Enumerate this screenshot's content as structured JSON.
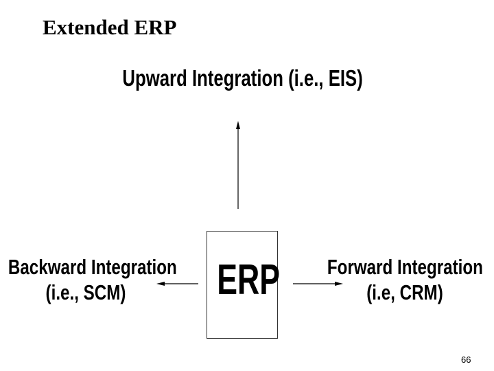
{
  "slide": {
    "title": "Extended ERP",
    "page_number": "66"
  },
  "diagram": {
    "center": "ERP",
    "upward": "Upward Integration (i.e., EIS)",
    "backward": {
      "line1": "Backward Integration",
      "line2": "(i.e., SCM)"
    },
    "forward": {
      "line1": "Forward Integration",
      "line2": "(i.e, CRM)"
    }
  }
}
